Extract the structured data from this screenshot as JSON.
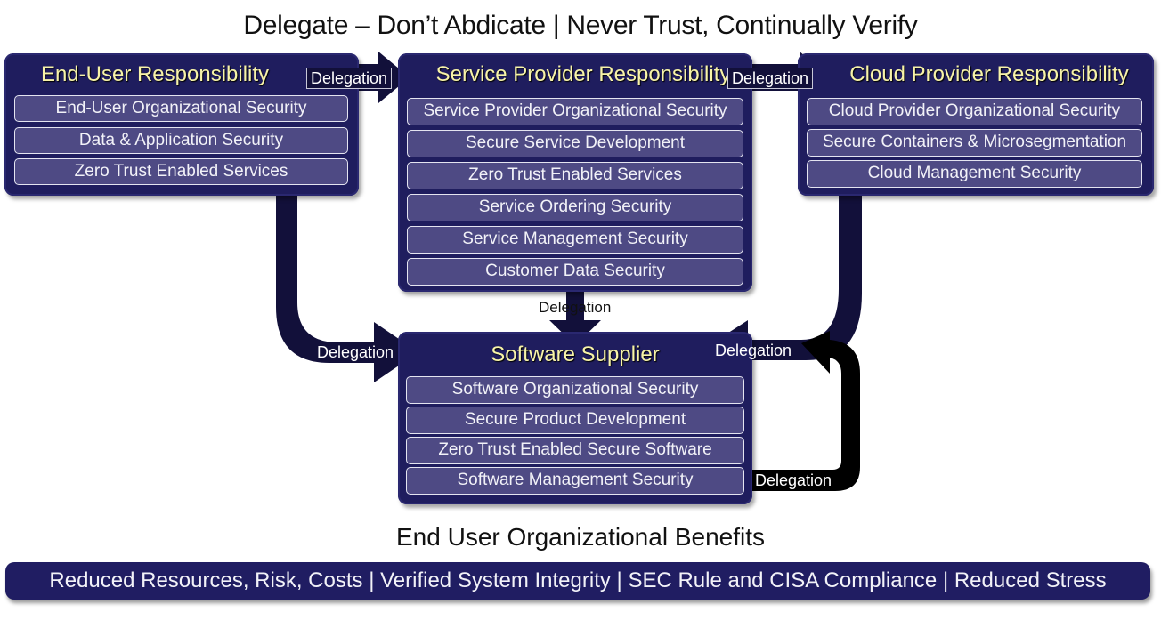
{
  "title": "Delegate – Don’t Abdicate | Never Trust, Continually Verify",
  "panels": {
    "end_user": {
      "title": "End-User Responsibility",
      "items": [
        "End-User Organizational Security",
        "Data & Application Security",
        "Zero Trust Enabled Services"
      ]
    },
    "service_provider": {
      "title": "Service Provider Responsibility",
      "items": [
        "Service Provider Organizational Security",
        "Secure Service Development",
        "Zero Trust Enabled Services",
        "Service Ordering Security",
        "Service Management Security",
        "Customer Data Security"
      ]
    },
    "cloud_provider": {
      "title": "Cloud Provider Responsibility",
      "items": [
        "Cloud Provider Organizational Security",
        "Secure Containers & Microsegmentation",
        "Cloud Management Security"
      ]
    },
    "software_supplier": {
      "title": "Software Supplier",
      "items": [
        "Software Organizational Security",
        "Secure Product Development",
        "Zero Trust Enabled Secure Software",
        "Software Management Security"
      ]
    }
  },
  "delegation_label": "Delegation",
  "benefits": {
    "title": "End User Organizational  Benefits",
    "text": "Reduced Resources, Risk, Costs | Verified System Integrity | SEC Rule and CISA Compliance | Reduced Stress"
  },
  "colors": {
    "panel_bg": "#1f1d5e",
    "item_bg": "#4e4a84",
    "panel_title": "#f7f3a8",
    "arrow_dark": "#12103a",
    "arrow_black": "#000000"
  }
}
